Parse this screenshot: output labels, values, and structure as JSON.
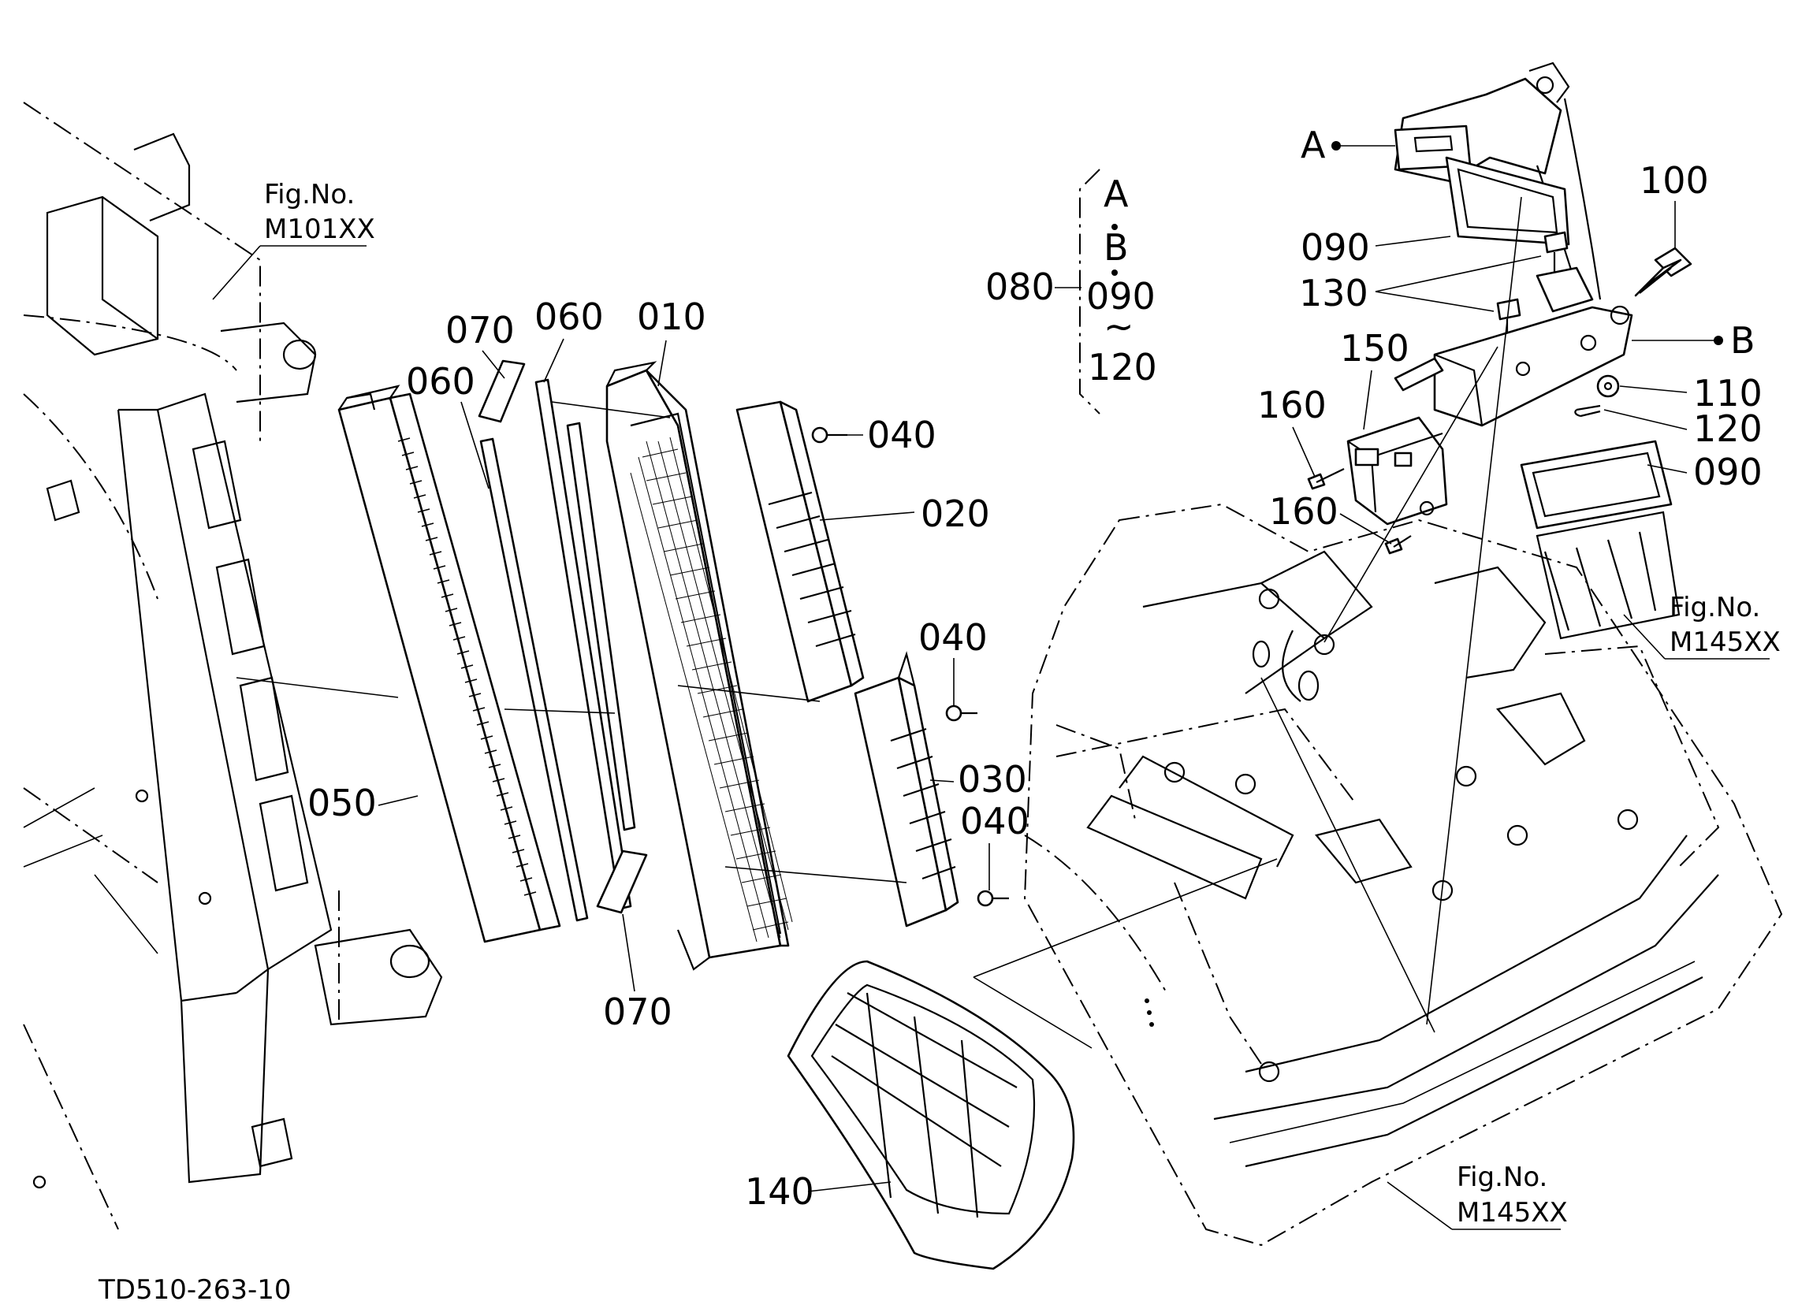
{
  "drawing_code": "TD510-263-10",
  "callouts": {
    "p010": "010",
    "p020": "020",
    "p030": "030",
    "p040a": "040",
    "p040b": "040",
    "p040c": "040",
    "p050": "050",
    "p060a": "060",
    "p060b": "060",
    "p070a": "070",
    "p070b": "070",
    "p080": "080",
    "p090a": "090",
    "p090b": "090",
    "p100": "100",
    "p110": "110",
    "p120": "120",
    "p130": "130",
    "p140": "140",
    "p150": "150",
    "p160a": "160",
    "p160b": "160"
  },
  "group_080": {
    "a": "A",
    "b": "B",
    "from": "090",
    "tilde": "~",
    "to": "120"
  },
  "markers": {
    "a": "A",
    "b": "B"
  },
  "fig_refs": {
    "r1_title": "Fig.No.",
    "r1_code": "M101XX",
    "r2_title": "Fig.No.",
    "r2_code": "M145XX",
    "r3_title": "Fig.No.",
    "r3_code": "M145XX"
  }
}
